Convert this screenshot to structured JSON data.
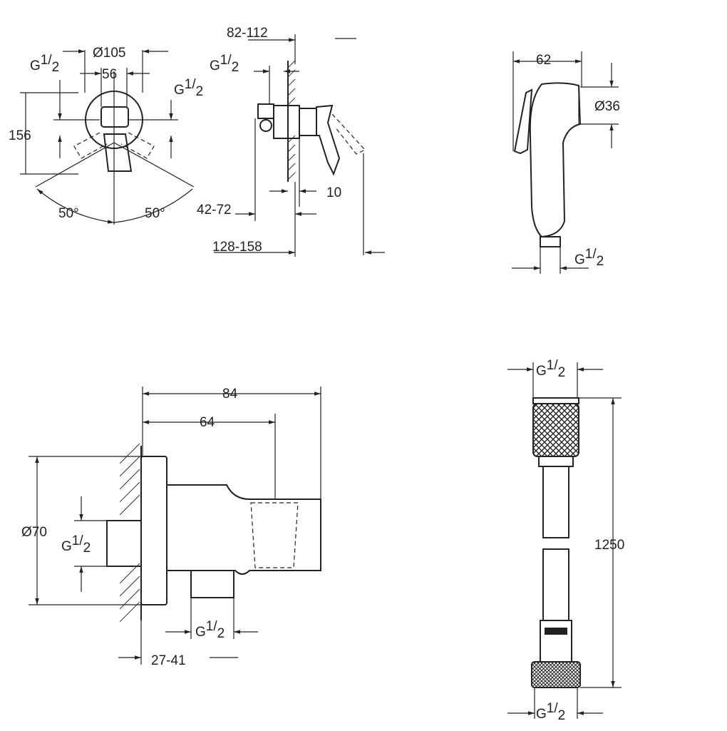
{
  "thread": {
    "base": "G",
    "num": "1",
    "den": "2"
  },
  "views": {
    "mixer_front": {
      "rosette_diameter": "Ø105",
      "width": "56",
      "height": "156",
      "angle_left": "50°",
      "angle_right": "50°"
    },
    "mixer_side": {
      "depth_range": "82-112",
      "wall_range": "42-72",
      "overall_range": "128-158",
      "offset": "10"
    },
    "spray": {
      "width": "62",
      "diameter": "Ø36"
    },
    "wall_outlet": {
      "length_total": "84",
      "length_inner": "64",
      "diameter": "Ø70",
      "adjust_range": "27-41"
    },
    "hose": {
      "length": "1250"
    }
  }
}
